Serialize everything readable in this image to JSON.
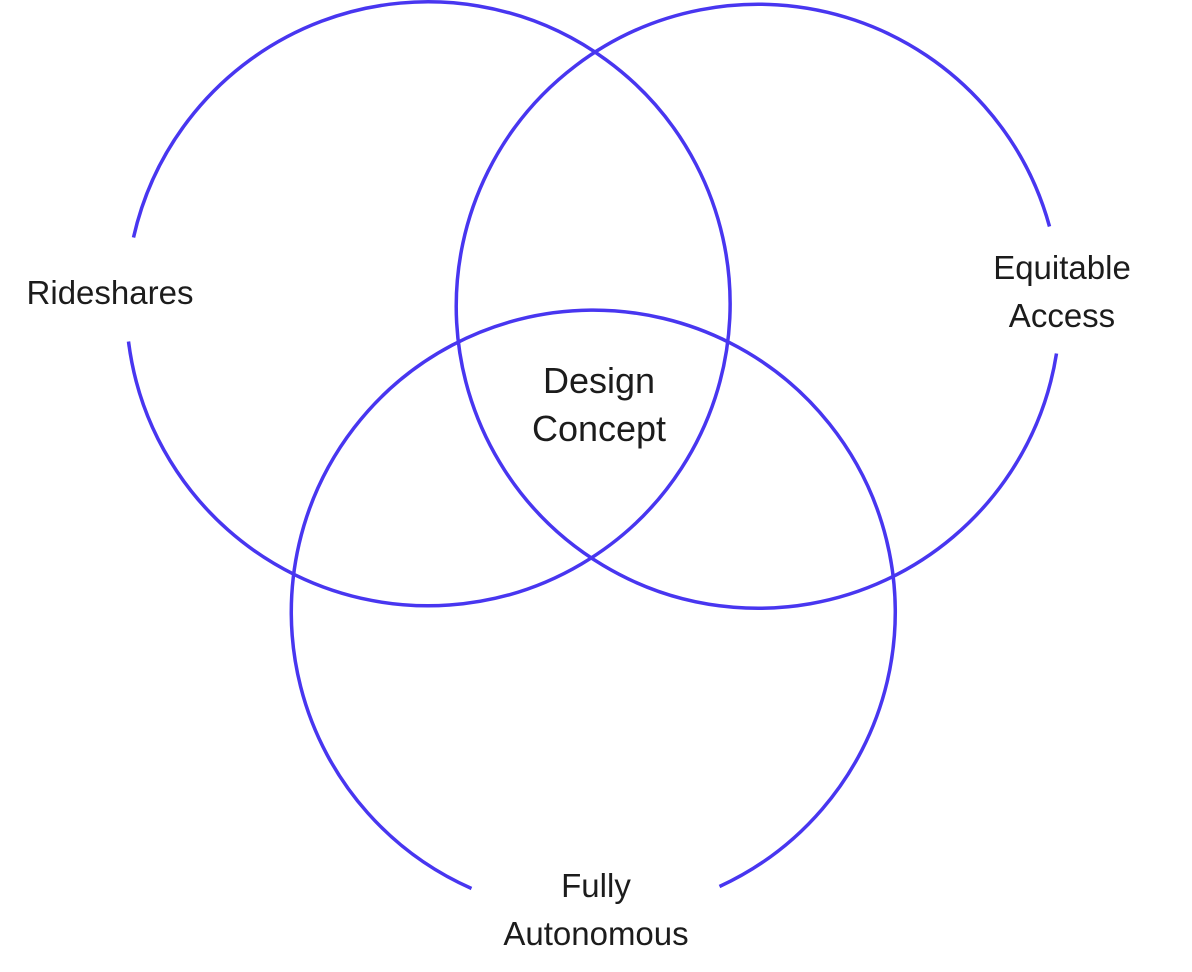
{
  "colors": {
    "circle_stroke": "#4836f0",
    "label_text": "#1c1c1c",
    "background": "#ffffff"
  },
  "labels": {
    "rideshares": [
      "Rideshares"
    ],
    "equitable_access": [
      "Equitable",
      "Access"
    ],
    "design_concept": [
      "Design",
      "Concept"
    ],
    "fully_autonomous": [
      "Fully",
      "Autonomous"
    ]
  }
}
